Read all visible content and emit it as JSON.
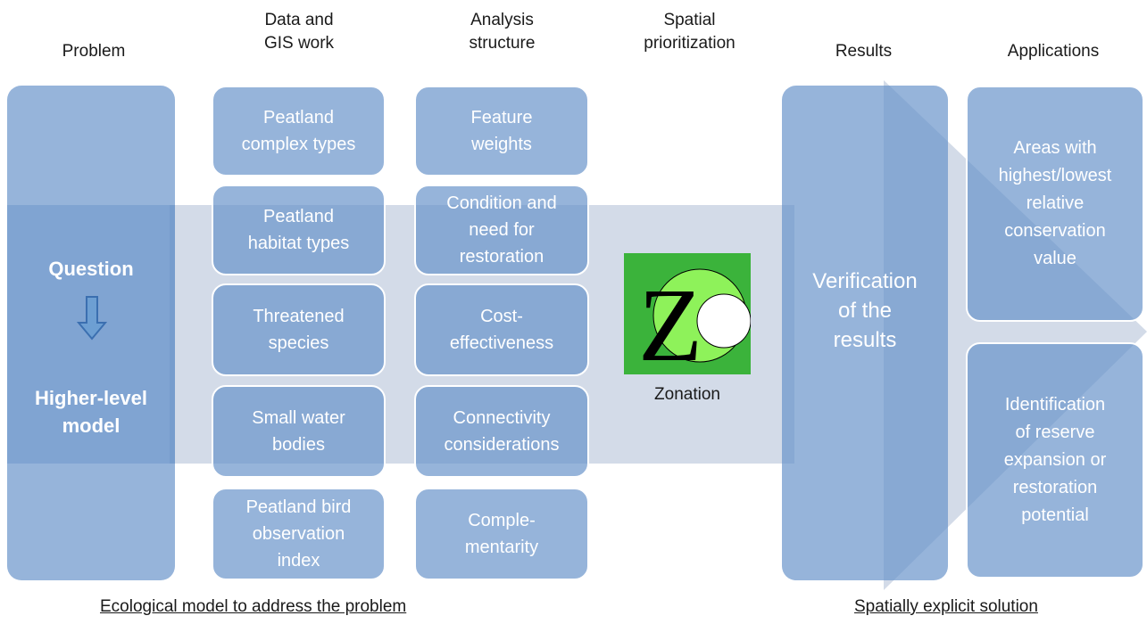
{
  "headers": {
    "problem": "Problem",
    "data_gis": "Data and\nGIS work",
    "analysis": "Analysis\nstructure",
    "spatial": "Spatial\nprioritization",
    "results": "Results",
    "applications": "Applications"
  },
  "problem": {
    "question": "Question",
    "model": "Higher-level\nmodel"
  },
  "data_items": [
    "Peatland\ncomplex types",
    "Peatland\nhabitat types",
    "Threatened\nspecies",
    "Small water\nbodies",
    "Peatland bird\nobservation\nindex"
  ],
  "analysis_items": [
    "Feature\nweights",
    "Condition and\nneed for\nrestoration",
    "Cost-\neffectiveness",
    "Connectivity\nconsiderations",
    "Comple-\nmentarity"
  ],
  "zonation": {
    "logo_letter": "Z",
    "label": "Zonation"
  },
  "results": {
    "verification": "Verification\nof the\nresults"
  },
  "applications": [
    "Areas with\nhighest/lowest\nrelative\nconservation\nvalue",
    "Identification\nof reserve\nexpansion or\nrestoration\npotential"
  ],
  "footer": {
    "left": "Ecological model to address the problem",
    "right": "Spatially explicit solution"
  },
  "colors": {
    "box": "#7da3d1",
    "band": "#d3dbe8",
    "logo_green": "#3bb33b",
    "logo_light": "#8ef25a",
    "arrow": "#3b6fb0"
  }
}
